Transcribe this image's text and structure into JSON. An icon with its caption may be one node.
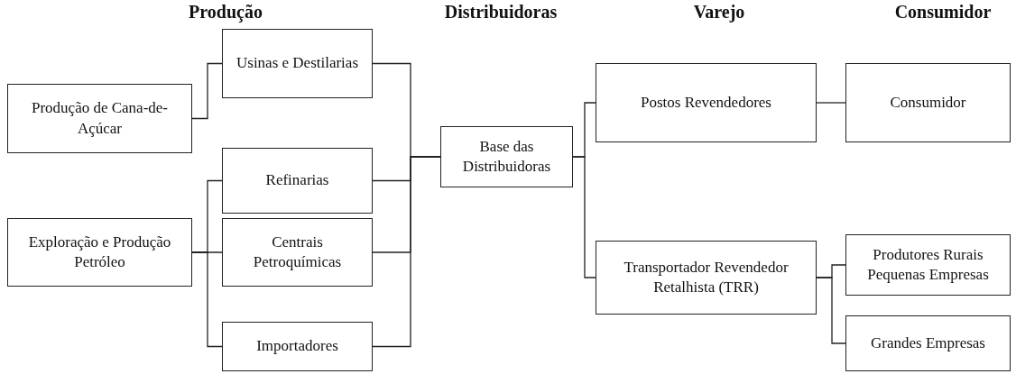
{
  "diagram": {
    "nodes": [
      {
        "text": [
          "Produção de Cana-de-Açúcar"
        ]
      },
      {
        "text": [
          "Usinas e Destilarias"
        ]
      },
      {
        "text": [
          "Exploração e Produção Petróleo"
        ]
      },
      {
        "text": [
          "Refinarias"
        ]
      },
      {
        "text": [
          "Centrais Petroquímicas"
        ]
      },
      {
        "text": [
          "Importadores"
        ]
      },
      {
        "text": [
          "Base das Distribuidoras"
        ]
      },
      {
        "text": [
          "Postos Revendedores"
        ]
      },
      {
        "text": [
          "Consumidor"
        ]
      },
      {
        "text": [
          "Transportador Revendedor Retalhista (TRR)"
        ]
      },
      {
        "text": [
          "Produtores Rurais Pequenas Empresas"
        ]
      },
      {
        "text": [
          "Grandes Empresas"
        ]
      }
    ],
    "edges": [
      {
        "from": 0,
        "to": 1,
        "arrow": "none"
      },
      {
        "from": 2,
        "to": 3,
        "arrow": "none"
      },
      {
        "from": 2,
        "to": 4,
        "arrow": "none"
      },
      {
        "from": 2,
        "to": 5,
        "arrow": "none"
      },
      {
        "from": 1,
        "to": 6,
        "arrow": "none"
      },
      {
        "from": 3,
        "to": 6,
        "arrow": "none"
      },
      {
        "from": 4,
        "to": 6,
        "arrow": "none"
      },
      {
        "from": 5,
        "to": 6,
        "arrow": "none"
      },
      {
        "from": 6,
        "to": 7,
        "arrow": "none"
      },
      {
        "from": 6,
        "to": 9,
        "arrow": "none"
      },
      {
        "from": 7,
        "to": 8,
        "arrow": "none"
      },
      {
        "from": 9,
        "to": 10,
        "arrow": "none"
      },
      {
        "from": 9,
        "to": 11,
        "arrow": "none"
      }
    ],
    "labels": [
      "Produção",
      "Distribuidoras",
      "Varejo",
      "Consumidor"
    ]
  }
}
